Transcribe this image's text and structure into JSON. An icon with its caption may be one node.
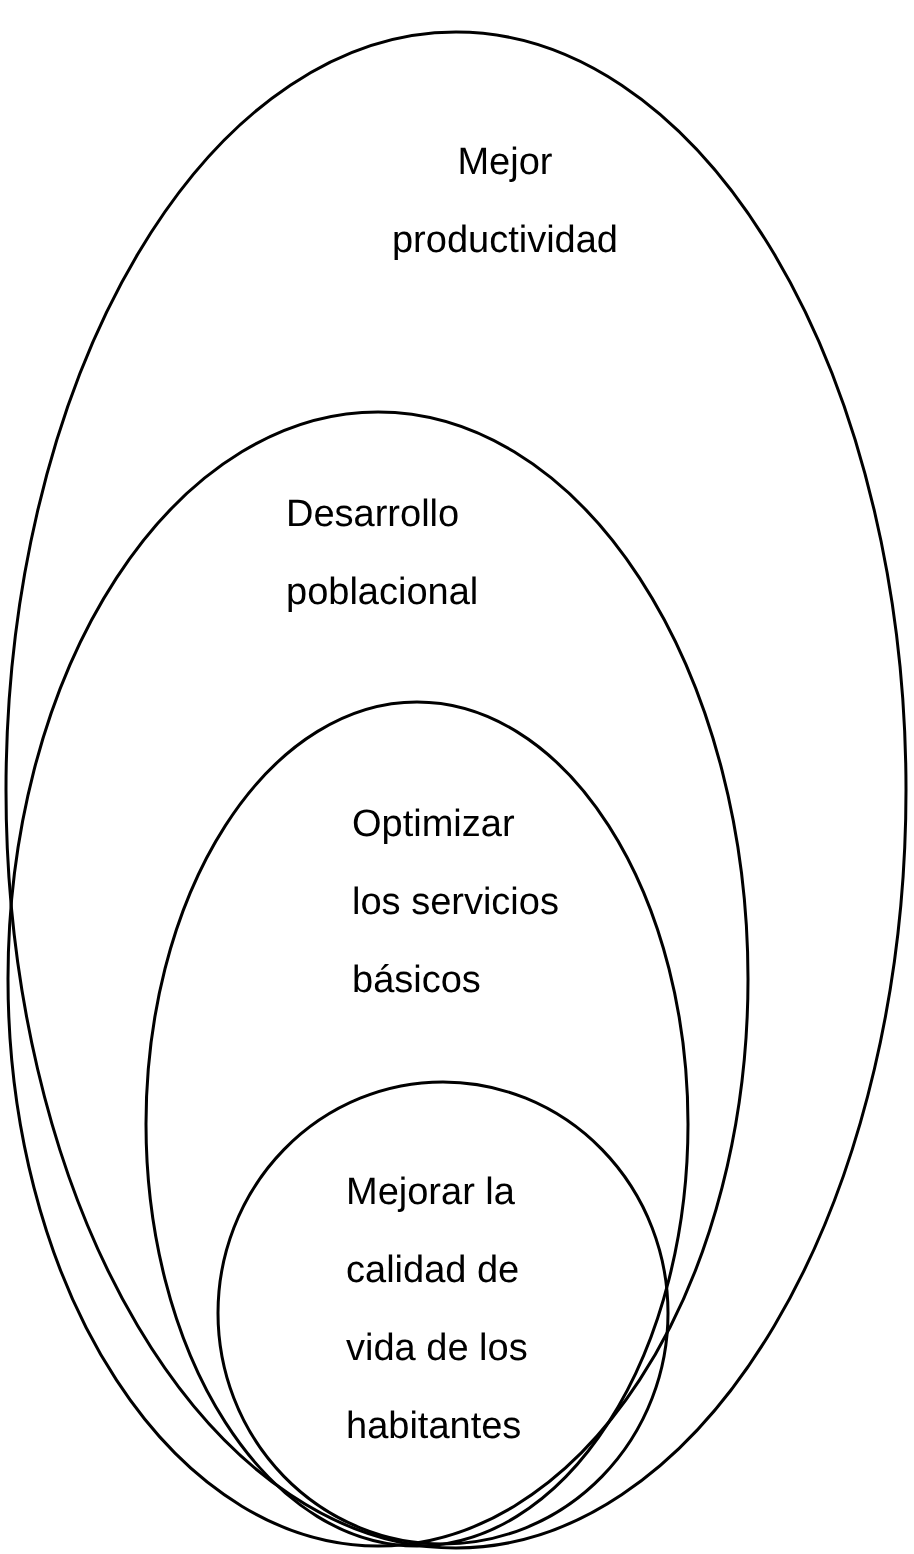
{
  "diagram": {
    "nodes": [
      {
        "text": [
          "Mejor productividad"
        ]
      },
      {
        "text": [
          "Desarrollo poblacional"
        ],
        "in": 0
      },
      {
        "text": [
          "Optimizar los servicios básicos"
        ],
        "in": 1
      },
      {
        "text": [
          "Mejorar la calidad de vida de los habitantes"
        ],
        "in": 2
      }
    ]
  }
}
